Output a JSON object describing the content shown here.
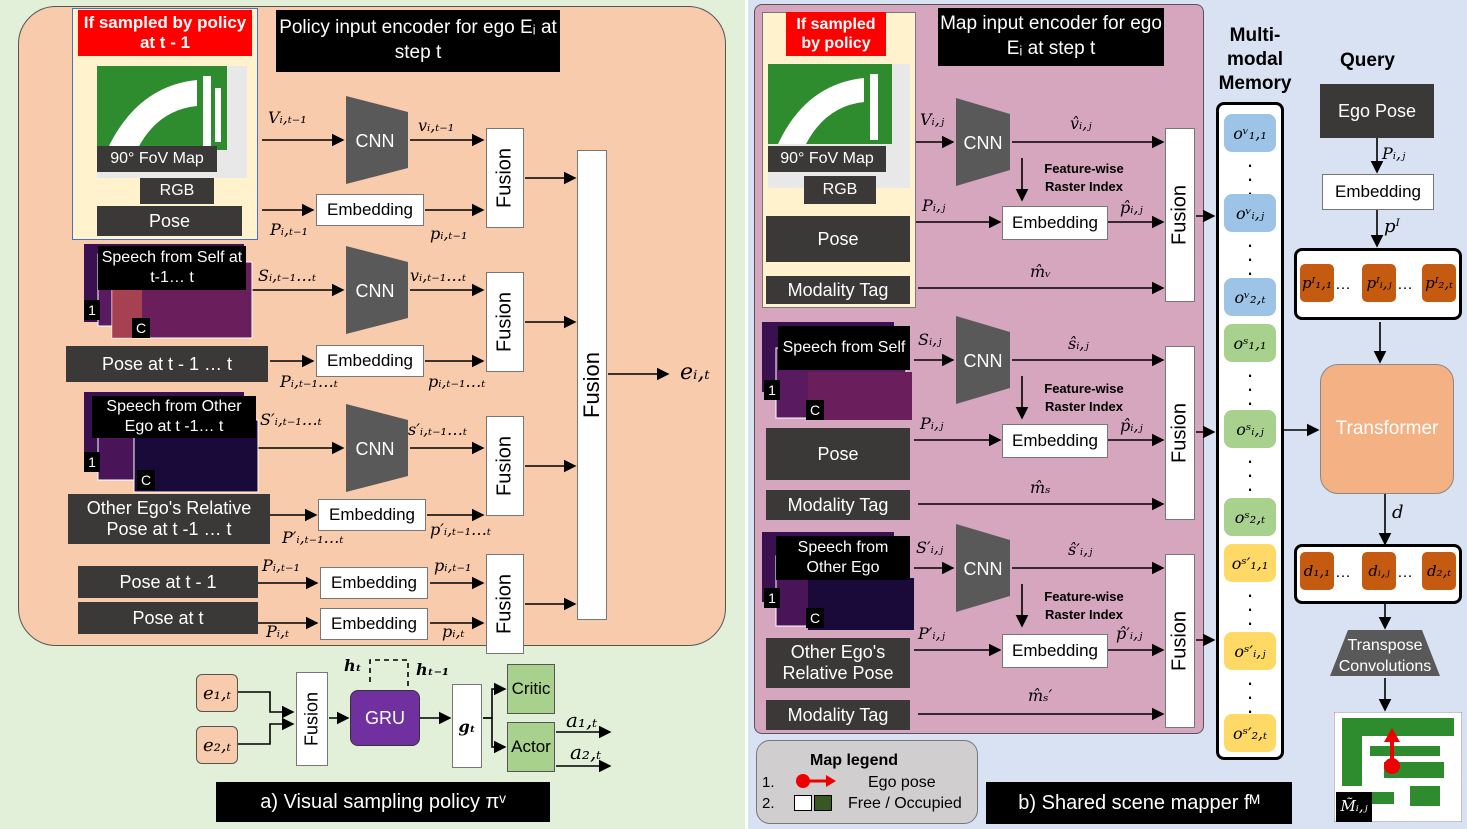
{
  "colors": {
    "panel_a_bg": "#e2efd9",
    "panel_b_bg": "#d9e2f3",
    "encoder_a_bg": "#f8cbad",
    "encoder_b_bg": "#d5a6bd",
    "memory_visual": "#9dc3e6",
    "memory_self": "#a9d18e",
    "memory_other": "#ffd966",
    "token": "#c55a11",
    "gru": "#7030a0",
    "transformer": "#f4b183"
  },
  "a": {
    "sampled_tag": "If sampled by policy at t - 1",
    "title": "Policy input encoder for ego Eᵢ at step t",
    "fov_label": "90° FoV Map",
    "rgb_label": "RGB",
    "pose_label": "Pose",
    "speech_self": "Speech from Self at t-1… t",
    "pose_range": "Pose at t - 1 … t",
    "speech_other": "Speech from Other Ego at t -1… t",
    "other_rel_pose": "Other Ego's Relative Pose at t -1 … t",
    "pose_prev": "Pose at t - 1",
    "pose_now": "Pose at t",
    "cnn": "CNN",
    "embedding": "Embedding",
    "fusion": "Fusion",
    "critic": "Critic",
    "actor": "Actor",
    "gru": "GRU",
    "caption": "a) Visual sampling policy πᵛ",
    "channel_1": "1",
    "channel_c": "C",
    "vars": {
      "V": "Vᵢ,ₜ₋₁",
      "v": "vᵢ,ₜ₋₁",
      "P": "Pᵢ,ₜ₋₁",
      "p": "pᵢ,ₜ₋₁",
      "S": "Sᵢ,ₜ₋₁…ₜ",
      "vs": "vᵢ,ₜ₋₁…ₜ",
      "Pr": "Pᵢ,ₜ₋₁…ₜ",
      "pr": "pᵢ,ₜ₋₁…ₜ",
      "So": "S′ᵢ,ₜ₋₁…ₜ",
      "so": "s′ᵢ,ₜ₋₁…ₜ",
      "Po": "P′ᵢ,ₜ₋₁…ₜ",
      "po": "p′ᵢ,ₜ₋₁…ₜ",
      "P1": "Pᵢ,ₜ₋₁",
      "p1": "pᵢ,ₜ₋₁",
      "P2": "Pᵢ,ₜ",
      "p2": "pᵢ,ₜ",
      "e": "eᵢ,ₜ",
      "e1": "e₁,ₜ",
      "e2": "e₂,ₜ",
      "h": "hₜ",
      "hm": "hₜ₋₁",
      "g": "gₜ",
      "a1": "a₁,ₜ",
      "a2": "a₂,ₜ"
    }
  },
  "b": {
    "sampled_tag": "If sampled by policy",
    "title": "Map input encoder for ego Eᵢ at step t",
    "fov_label": "90° FoV Map",
    "rgb_label": "RGB",
    "pose_label": "Pose",
    "modality_tag": "Modality Tag",
    "speech_self": "Speech from Self",
    "speech_other": "Speech from Other Ego",
    "other_rel_pose": "Other Ego's Relative Pose",
    "raster": "Feature-wise Raster Index",
    "memory_title": "Multi-modal Memory",
    "query_title": "Query",
    "ego_pose": "Ego Pose",
    "embedding": "Embedding",
    "cnn": "CNN",
    "fusion": "Fusion",
    "transformer": "Transformer",
    "transpose": "Transpose Convolutions",
    "legend_title": "Map legend",
    "legend_1_num": "1.",
    "legend_1": "Ego pose",
    "legend_2_num": "2.",
    "legend_2": "Free / Occupied",
    "caption": "b) Shared scene mapper fᴹ",
    "out_label": "M̃ᵢ,ⱼ",
    "channel_1": "1",
    "channel_c": "C",
    "vars": {
      "V": "Vᵢ,ⱼ",
      "vh": "v̂ᵢ,ⱼ",
      "P": "Pᵢ,ⱼ",
      "ph": "p̂ᵢ,ⱼ",
      "mV": "m̂ᵥ",
      "S": "Sᵢ,ⱼ",
      "sh": "ŝᵢ,ⱼ",
      "P2": "Pᵢ,ⱼ",
      "ph2": "p̂ᵢ,ⱼ",
      "mS": "m̂ₛ",
      "So": "S′ᵢ,ⱼ",
      "sho": "ŝ′ᵢ,ⱼ",
      "Po": "P′ᵢ,ⱼ",
      "pho": "p̂′ᵢ,ⱼ",
      "mSo": "m̂ₛ′",
      "Pq": "Pᵢ,ⱼ",
      "pI": "pᴵ",
      "d": "d"
    },
    "memory": [
      "oᵛ₁,₁",
      "oᵛᵢ,ⱼ",
      "oᵛ₂,ₜ",
      "oˢ₁,₁",
      "oˢᵢ,ⱼ",
      "oˢ₂,ₜ",
      "oˢ′₁,₁",
      "oˢ′ᵢ,ⱼ",
      "oˢ′₂,ₜ"
    ],
    "query_tokens": [
      "pᴵ₁,₁",
      "pᴵᵢ,ⱼ",
      "pᴵ₂,ₜ"
    ],
    "decoder_tokens": [
      "d₁,₁",
      "dᵢ,ⱼ",
      "d₂,ₜ"
    ],
    "ellipsis": "…"
  }
}
